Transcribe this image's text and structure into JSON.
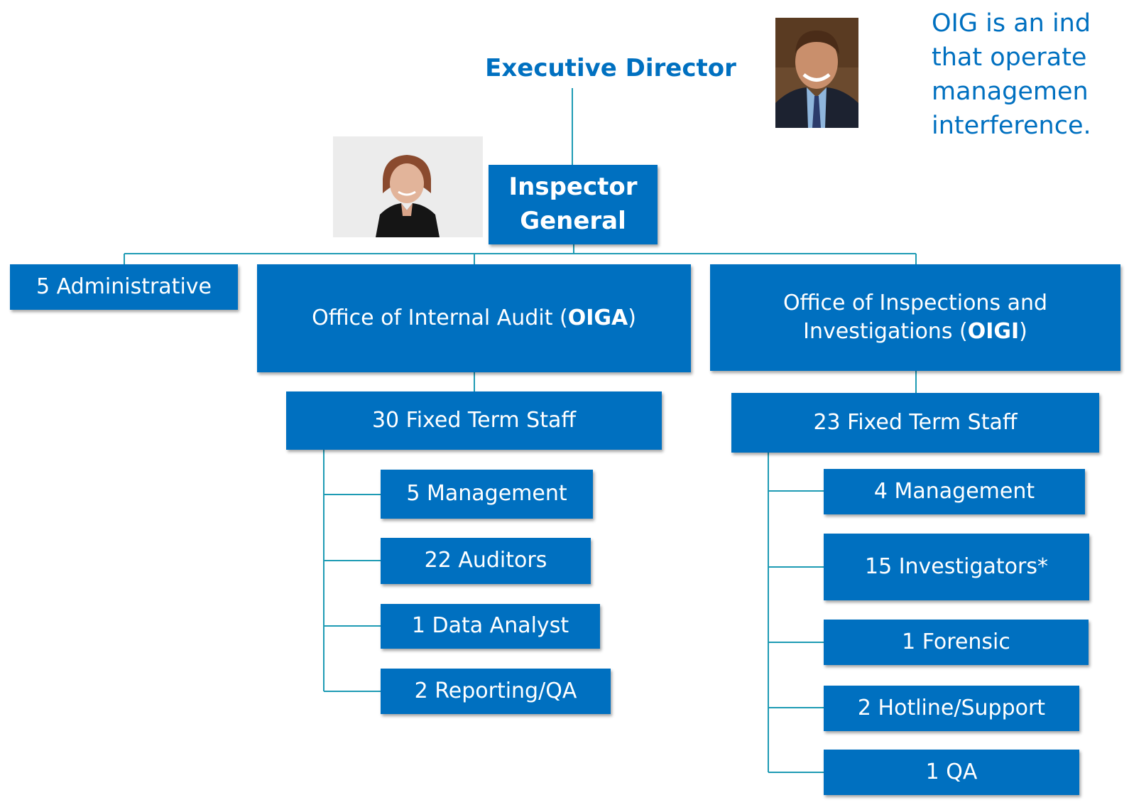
{
  "executive_director": {
    "title": "Executive Director"
  },
  "oig_statement": {
    "lines": [
      "OIG is an ind",
      "that operate",
      "managemen",
      "interference."
    ]
  },
  "inspector_general": {
    "line1": "Inspector",
    "line2": "General"
  },
  "administrative": {
    "label": "5 Administrative"
  },
  "oiga": {
    "title_prefix": "Office of Internal Audit (",
    "acronym": "OIGA",
    "title_suffix": ")",
    "staff_label": "30 Fixed Term Staff",
    "units": [
      {
        "label": "5 Management"
      },
      {
        "label": "22 Auditors"
      },
      {
        "label": "1 Data Analyst"
      },
      {
        "label": "2 Reporting/QA"
      }
    ]
  },
  "oigi": {
    "title_line1": "Office of Inspections and",
    "title_line2_prefix": "Investigations (",
    "acronym": "OIGI",
    "title_suffix": ")",
    "staff_label": "23 Fixed Term Staff",
    "units": [
      {
        "label": "4 Management"
      },
      {
        "label": "15 Investigators*"
      },
      {
        "label": "1 Forensic"
      },
      {
        "label": "2 Hotline/Support"
      },
      {
        "label": "1 QA"
      }
    ]
  },
  "colors": {
    "box_fill": "#0070c0",
    "connector": "#1e9bb4",
    "text_on_box": "#ffffff"
  }
}
